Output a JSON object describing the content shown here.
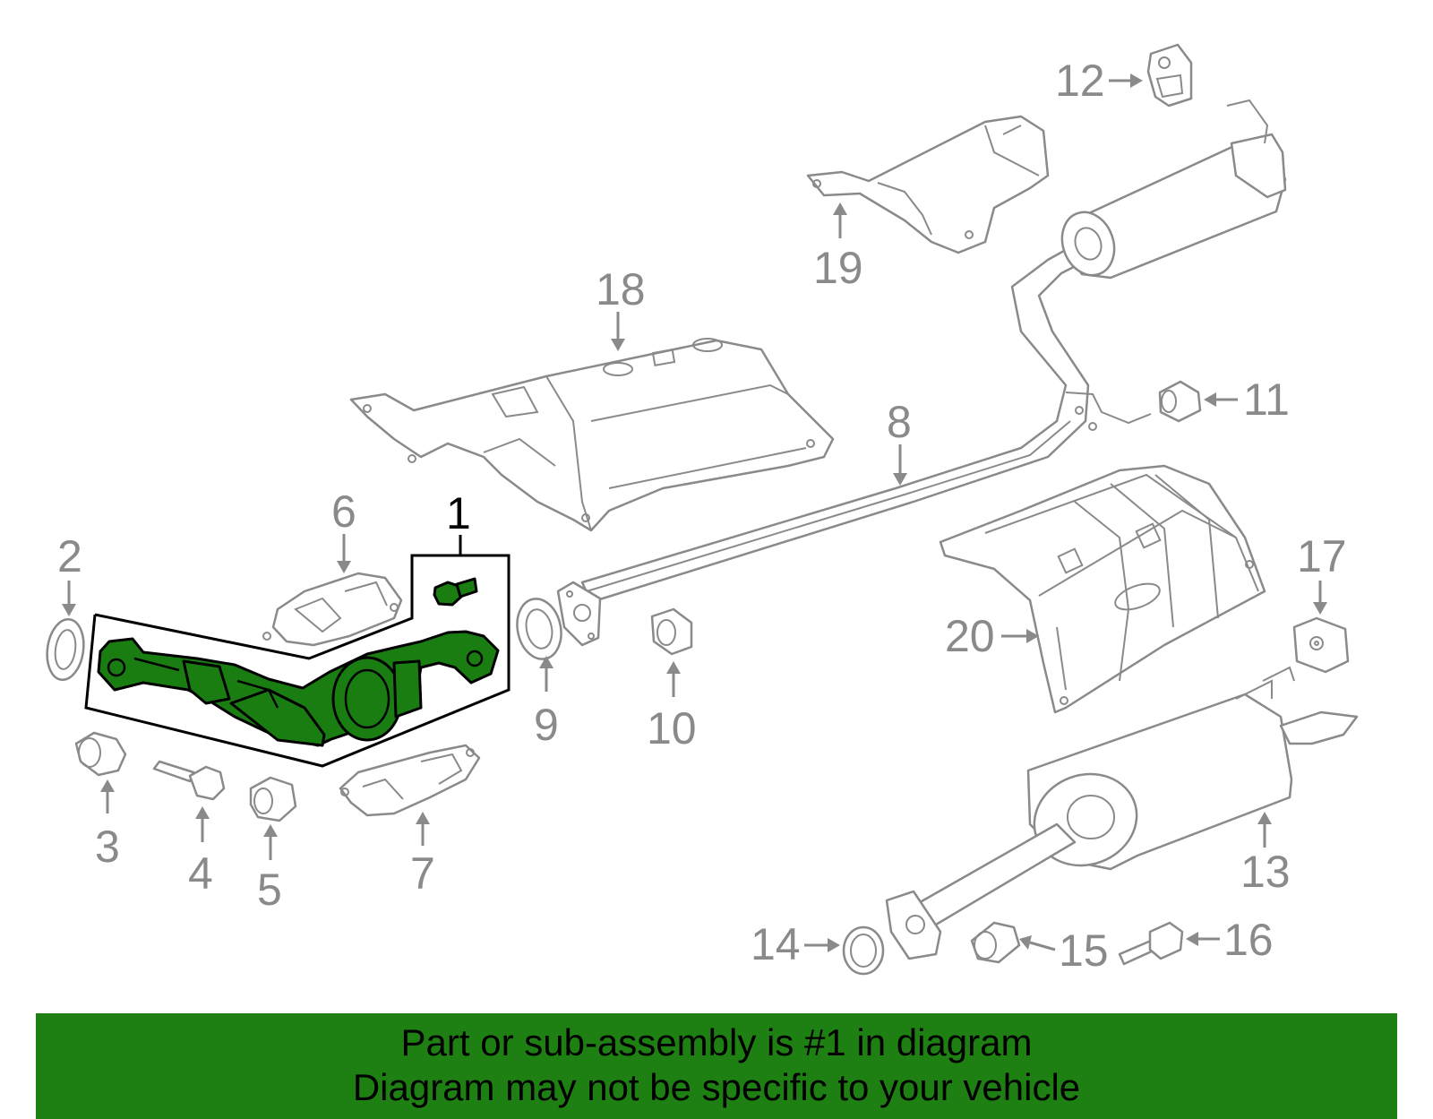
{
  "labels": {
    "p1": "1",
    "p2": "2",
    "p3": "3",
    "p4": "4",
    "p5": "5",
    "p6": "6",
    "p7": "7",
    "p8": "8",
    "p9": "9",
    "p10": "10",
    "p11": "11",
    "p12": "12",
    "p13": "13",
    "p14": "14",
    "p15": "15",
    "p16": "16",
    "p17": "17",
    "p18": "18",
    "p19": "19",
    "p20": "20"
  },
  "banner": {
    "line1": "Part or sub-assembly is #1 in diagram",
    "line2": "Diagram may not be specific to your vehicle"
  },
  "colors": {
    "highlight": "#1a7d12",
    "banner": "#1e7f12",
    "line_art": "#8a8a8a"
  }
}
